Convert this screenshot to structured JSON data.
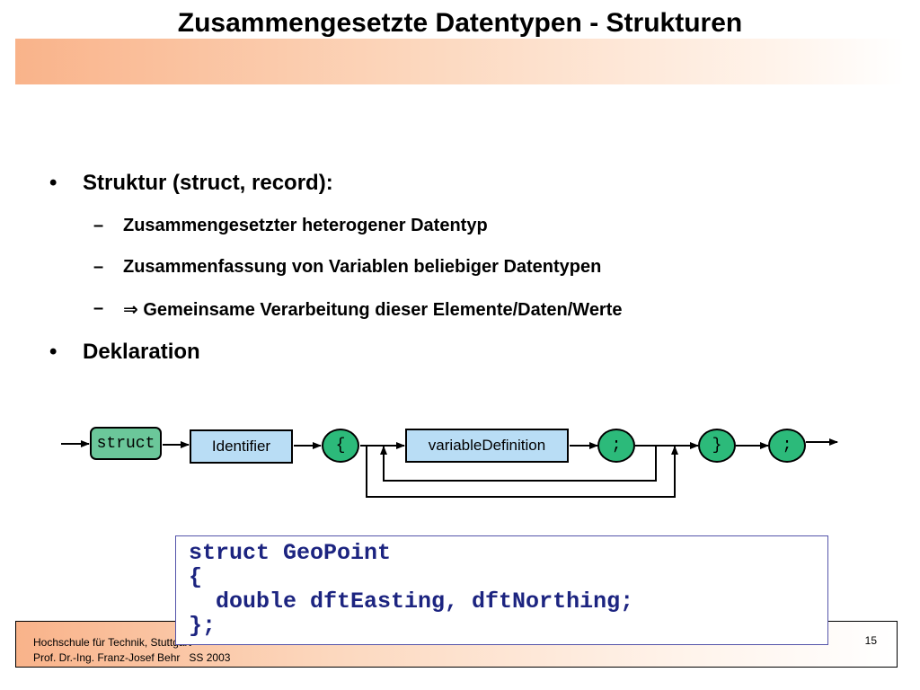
{
  "title": "Zusammengesetzte Datentypen - Strukturen",
  "bullets": {
    "struct": {
      "marker": "•",
      "text": "Struktur (struct, record):",
      "subitems": [
        {
          "marker": "–",
          "arrow": "",
          "text": "Zusammengesetzter heterogener Datentyp"
        },
        {
          "marker": "–",
          "arrow": "",
          "text": "Zusammenfassung von Variablen beliebiger Datentypen"
        },
        {
          "marker": "–",
          "arrow": "⇒",
          "text": "Gemeinsame Verarbeitung dieser Elemente/Daten/Werte"
        }
      ]
    },
    "decl": {
      "marker": "•",
      "text": "Deklaration"
    }
  },
  "diagram": {
    "struct_keyword": "struct",
    "identifier": "Identifier",
    "open_brace": "{",
    "variable_definition": "variableDefinition",
    "semicolon_inner": ";",
    "close_brace": "}",
    "semicolon_final": ";"
  },
  "code": [
    "struct GeoPoint",
    "{",
    "  double dftEasting, dftNorthing;",
    "};"
  ],
  "footer": {
    "line1": "Hochschule für Technik, Stuttgart",
    "line2": "Prof. Dr.-Ing. Franz-Josef Behr   SS 2003",
    "page_number": "15"
  },
  "colors": {
    "title_gradient_start": "#f9b38a",
    "struct_box": "#6bc79a",
    "blue_box": "#b9ddf5",
    "circle": "#2cba7a",
    "code_text": "#1c2480"
  }
}
